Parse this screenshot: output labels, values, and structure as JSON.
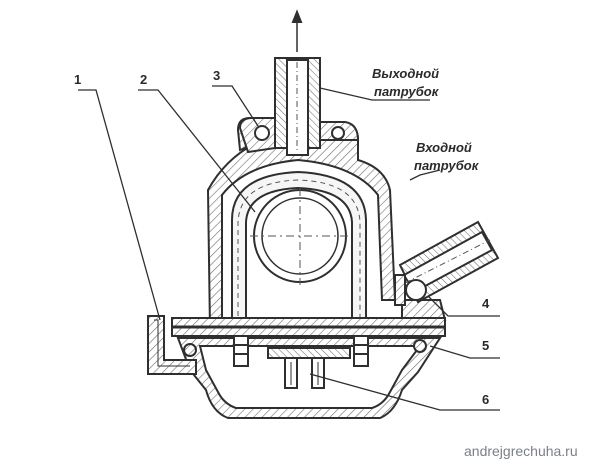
{
  "labels": {
    "outlet_line1": "Выходной",
    "outlet_line2": "патрубок",
    "inlet_line1": "Входной",
    "inlet_line2": "патрубок",
    "n1": "1",
    "n2": "2",
    "n3": "3",
    "n4": "4",
    "n5": "5",
    "n6": "6"
  },
  "watermark": "andrejgrechuha.ru",
  "colors": {
    "line": "#2f2f2f",
    "hatch": "#6a6a6a",
    "fill_light": "#f4f4f4",
    "background": "#ffffff"
  }
}
